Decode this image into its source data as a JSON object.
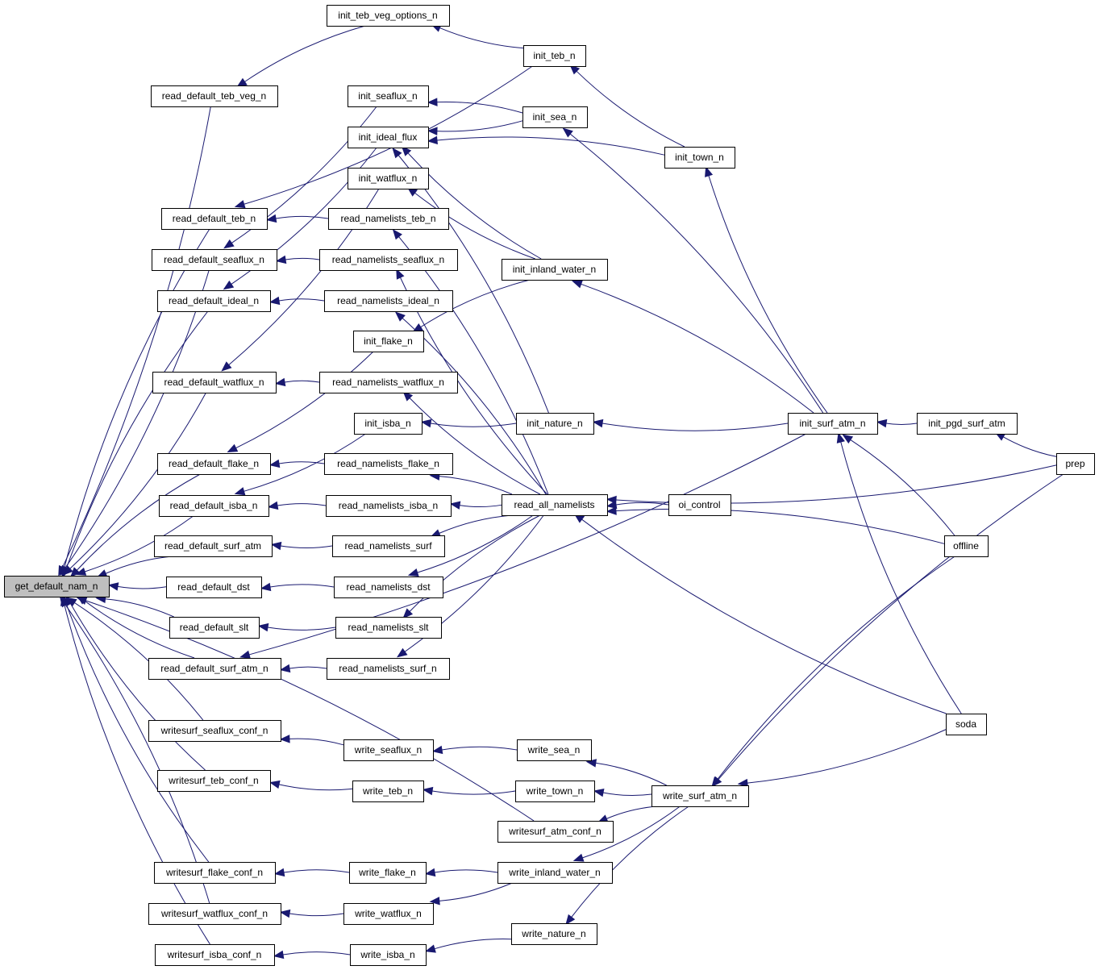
{
  "diagram": {
    "type": "call-graph",
    "title": "get_default_nam_n caller graph",
    "edge_color": "#191970",
    "root_fill": "#bfbfbf",
    "root": "get_default_nam_n",
    "nodes": [
      {
        "id": "get_default_nam_n",
        "label": "get_default_nam_n"
      },
      {
        "id": "read_default_teb_veg_n",
        "label": "read_default_teb_veg_n"
      },
      {
        "id": "read_default_teb_n",
        "label": "read_default_teb_n"
      },
      {
        "id": "read_default_seaflux_n",
        "label": "read_default_seaflux_n"
      },
      {
        "id": "read_default_ideal_n",
        "label": "read_default_ideal_n"
      },
      {
        "id": "read_default_watflux_n",
        "label": "read_default_watflux_n"
      },
      {
        "id": "read_default_flake_n",
        "label": "read_default_flake_n"
      },
      {
        "id": "read_default_isba_n",
        "label": "read_default_isba_n"
      },
      {
        "id": "read_default_surf_atm",
        "label": "read_default_surf_atm"
      },
      {
        "id": "read_default_dst",
        "label": "read_default_dst"
      },
      {
        "id": "read_default_slt",
        "label": "read_default_slt"
      },
      {
        "id": "read_default_surf_atm_n",
        "label": "read_default_surf_atm_n"
      },
      {
        "id": "writesurf_seaflux_conf_n",
        "label": "writesurf_seaflux_conf_n"
      },
      {
        "id": "writesurf_teb_conf_n",
        "label": "writesurf_teb_conf_n"
      },
      {
        "id": "writesurf_flake_conf_n",
        "label": "writesurf_flake_conf_n"
      },
      {
        "id": "writesurf_watflux_conf_n",
        "label": "writesurf_watflux_conf_n"
      },
      {
        "id": "writesurf_isba_conf_n",
        "label": "writesurf_isba_conf_n"
      },
      {
        "id": "init_teb_veg_options_n",
        "label": "init_teb_veg_options_n"
      },
      {
        "id": "init_seaflux_n",
        "label": "init_seaflux_n"
      },
      {
        "id": "init_ideal_flux",
        "label": "init_ideal_flux"
      },
      {
        "id": "init_watflux_n",
        "label": "init_watflux_n"
      },
      {
        "id": "read_namelists_teb_n",
        "label": "read_namelists_teb_n"
      },
      {
        "id": "read_namelists_seaflux_n",
        "label": "read_namelists_seaflux_n"
      },
      {
        "id": "read_namelists_ideal_n",
        "label": "read_namelists_ideal_n"
      },
      {
        "id": "init_flake_n",
        "label": "init_flake_n"
      },
      {
        "id": "read_namelists_watflux_n",
        "label": "read_namelists_watflux_n"
      },
      {
        "id": "init_isba_n",
        "label": "init_isba_n"
      },
      {
        "id": "read_namelists_flake_n",
        "label": "read_namelists_flake_n"
      },
      {
        "id": "read_namelists_isba_n",
        "label": "read_namelists_isba_n"
      },
      {
        "id": "read_namelists_surf",
        "label": "read_namelists_surf"
      },
      {
        "id": "read_namelists_dst",
        "label": "read_namelists_dst"
      },
      {
        "id": "read_namelists_slt",
        "label": "read_namelists_slt"
      },
      {
        "id": "read_namelists_surf_n",
        "label": "read_namelists_surf_n"
      },
      {
        "id": "write_seaflux_n",
        "label": "write_seaflux_n"
      },
      {
        "id": "write_teb_n",
        "label": "write_teb_n"
      },
      {
        "id": "write_flake_n",
        "label": "write_flake_n"
      },
      {
        "id": "write_watflux_n",
        "label": "write_watflux_n"
      },
      {
        "id": "write_isba_n",
        "label": "write_isba_n"
      },
      {
        "id": "init_teb_n",
        "label": "init_teb_n"
      },
      {
        "id": "init_sea_n",
        "label": "init_sea_n"
      },
      {
        "id": "init_inland_water_n",
        "label": "init_inland_water_n"
      },
      {
        "id": "init_nature_n",
        "label": "init_nature_n"
      },
      {
        "id": "read_all_namelists",
        "label": "read_all_namelists"
      },
      {
        "id": "write_sea_n",
        "label": "write_sea_n"
      },
      {
        "id": "write_town_n",
        "label": "write_town_n"
      },
      {
        "id": "writesurf_atm_conf_n",
        "label": "writesurf_atm_conf_n"
      },
      {
        "id": "write_inland_water_n",
        "label": "write_inland_water_n"
      },
      {
        "id": "write_nature_n",
        "label": "write_nature_n"
      },
      {
        "id": "init_town_n",
        "label": "init_town_n"
      },
      {
        "id": "oi_control",
        "label": "oi_control"
      },
      {
        "id": "write_surf_atm_n",
        "label": "write_surf_atm_n"
      },
      {
        "id": "init_surf_atm_n",
        "label": "init_surf_atm_n"
      },
      {
        "id": "offline",
        "label": "offline"
      },
      {
        "id": "soda",
        "label": "soda"
      },
      {
        "id": "init_pgd_surf_atm",
        "label": "init_pgd_surf_atm"
      },
      {
        "id": "prep",
        "label": "prep"
      }
    ],
    "edges": [
      {
        "from": "read_default_teb_veg_n",
        "to": "get_default_nam_n"
      },
      {
        "from": "read_default_teb_n",
        "to": "get_default_nam_n"
      },
      {
        "from": "read_default_seaflux_n",
        "to": "get_default_nam_n"
      },
      {
        "from": "read_default_ideal_n",
        "to": "get_default_nam_n"
      },
      {
        "from": "read_default_watflux_n",
        "to": "get_default_nam_n"
      },
      {
        "from": "read_default_flake_n",
        "to": "get_default_nam_n"
      },
      {
        "from": "read_default_isba_n",
        "to": "get_default_nam_n"
      },
      {
        "from": "read_default_surf_atm",
        "to": "get_default_nam_n"
      },
      {
        "from": "read_default_dst",
        "to": "get_default_nam_n"
      },
      {
        "from": "read_default_slt",
        "to": "get_default_nam_n"
      },
      {
        "from": "read_default_surf_atm_n",
        "to": "get_default_nam_n"
      },
      {
        "from": "writesurf_seaflux_conf_n",
        "to": "get_default_nam_n"
      },
      {
        "from": "writesurf_teb_conf_n",
        "to": "get_default_nam_n"
      },
      {
        "from": "writesurf_atm_conf_n",
        "to": "get_default_nam_n"
      },
      {
        "from": "writesurf_flake_conf_n",
        "to": "get_default_nam_n"
      },
      {
        "from": "writesurf_watflux_conf_n",
        "to": "get_default_nam_n"
      },
      {
        "from": "writesurf_isba_conf_n",
        "to": "get_default_nam_n"
      },
      {
        "from": "init_teb_veg_options_n",
        "to": "read_default_teb_veg_n"
      },
      {
        "from": "init_teb_n",
        "to": "read_default_teb_n"
      },
      {
        "from": "read_namelists_teb_n",
        "to": "read_default_teb_n"
      },
      {
        "from": "init_seaflux_n",
        "to": "read_default_seaflux_n"
      },
      {
        "from": "read_namelists_seaflux_n",
        "to": "read_default_seaflux_n"
      },
      {
        "from": "init_ideal_flux",
        "to": "read_default_ideal_n"
      },
      {
        "from": "read_namelists_ideal_n",
        "to": "read_default_ideal_n"
      },
      {
        "from": "init_watflux_n",
        "to": "read_default_watflux_n"
      },
      {
        "from": "read_namelists_watflux_n",
        "to": "read_default_watflux_n"
      },
      {
        "from": "init_flake_n",
        "to": "read_default_flake_n"
      },
      {
        "from": "read_namelists_flake_n",
        "to": "read_default_flake_n"
      },
      {
        "from": "init_isba_n",
        "to": "read_default_isba_n"
      },
      {
        "from": "read_namelists_isba_n",
        "to": "read_default_isba_n"
      },
      {
        "from": "read_namelists_surf",
        "to": "read_default_surf_atm"
      },
      {
        "from": "read_namelists_dst",
        "to": "read_default_dst"
      },
      {
        "from": "read_namelists_slt",
        "to": "read_default_slt"
      },
      {
        "from": "read_namelists_surf_n",
        "to": "read_default_surf_atm_n"
      },
      {
        "from": "init_surf_atm_n",
        "to": "read_default_surf_atm_n"
      },
      {
        "from": "write_seaflux_n",
        "to": "writesurf_seaflux_conf_n"
      },
      {
        "from": "write_teb_n",
        "to": "writesurf_teb_conf_n"
      },
      {
        "from": "write_flake_n",
        "to": "writesurf_flake_conf_n"
      },
      {
        "from": "write_watflux_n",
        "to": "writesurf_watflux_conf_n"
      },
      {
        "from": "write_isba_n",
        "to": "writesurf_isba_conf_n"
      },
      {
        "from": "init_teb_n",
        "to": "init_teb_veg_options_n"
      },
      {
        "from": "init_sea_n",
        "to": "init_seaflux_n"
      },
      {
        "from": "init_sea_n",
        "to": "init_ideal_flux"
      },
      {
        "from": "init_town_n",
        "to": "init_ideal_flux"
      },
      {
        "from": "init_inland_water_n",
        "to": "init_ideal_flux"
      },
      {
        "from": "init_nature_n",
        "to": "init_ideal_flux"
      },
      {
        "from": "init_inland_water_n",
        "to": "init_watflux_n"
      },
      {
        "from": "init_inland_water_n",
        "to": "init_flake_n"
      },
      {
        "from": "init_nature_n",
        "to": "init_isba_n"
      },
      {
        "from": "read_all_namelists",
        "to": "read_namelists_teb_n"
      },
      {
        "from": "read_all_namelists",
        "to": "read_namelists_seaflux_n"
      },
      {
        "from": "read_all_namelists",
        "to": "read_namelists_ideal_n"
      },
      {
        "from": "read_all_namelists",
        "to": "read_namelists_watflux_n"
      },
      {
        "from": "read_all_namelists",
        "to": "read_namelists_flake_n"
      },
      {
        "from": "read_all_namelists",
        "to": "read_namelists_isba_n"
      },
      {
        "from": "read_all_namelists",
        "to": "read_namelists_surf"
      },
      {
        "from": "read_all_namelists",
        "to": "read_namelists_dst"
      },
      {
        "from": "read_all_namelists",
        "to": "read_namelists_slt"
      },
      {
        "from": "read_all_namelists",
        "to": "read_namelists_surf_n"
      },
      {
        "from": "write_sea_n",
        "to": "write_seaflux_n"
      },
      {
        "from": "write_town_n",
        "to": "write_teb_n"
      },
      {
        "from": "write_inland_water_n",
        "to": "write_flake_n"
      },
      {
        "from": "write_inland_water_n",
        "to": "write_watflux_n"
      },
      {
        "from": "write_nature_n",
        "to": "write_isba_n"
      },
      {
        "from": "init_town_n",
        "to": "init_teb_n"
      },
      {
        "from": "init_surf_atm_n",
        "to": "init_sea_n"
      },
      {
        "from": "init_surf_atm_n",
        "to": "init_town_n"
      },
      {
        "from": "init_surf_atm_n",
        "to": "init_inland_water_n"
      },
      {
        "from": "init_surf_atm_n",
        "to": "init_nature_n"
      },
      {
        "from": "oi_control",
        "to": "read_all_namelists"
      },
      {
        "from": "prep",
        "to": "read_all_namelists"
      },
      {
        "from": "offline",
        "to": "read_all_namelists"
      },
      {
        "from": "soda",
        "to": "read_all_namelists"
      },
      {
        "from": "write_surf_atm_n",
        "to": "write_sea_n"
      },
      {
        "from": "write_surf_atm_n",
        "to": "write_town_n"
      },
      {
        "from": "write_surf_atm_n",
        "to": "writesurf_atm_conf_n"
      },
      {
        "from": "write_surf_atm_n",
        "to": "write_inland_water_n"
      },
      {
        "from": "write_surf_atm_n",
        "to": "write_nature_n"
      },
      {
        "from": "init_pgd_surf_atm",
        "to": "init_surf_atm_n"
      },
      {
        "from": "offline",
        "to": "init_surf_atm_n"
      },
      {
        "from": "soda",
        "to": "init_surf_atm_n"
      },
      {
        "from": "offline",
        "to": "write_surf_atm_n"
      },
      {
        "from": "soda",
        "to": "write_surf_atm_n"
      },
      {
        "from": "prep",
        "to": "write_surf_atm_n"
      },
      {
        "from": "prep",
        "to": "init_pgd_surf_atm"
      }
    ]
  }
}
